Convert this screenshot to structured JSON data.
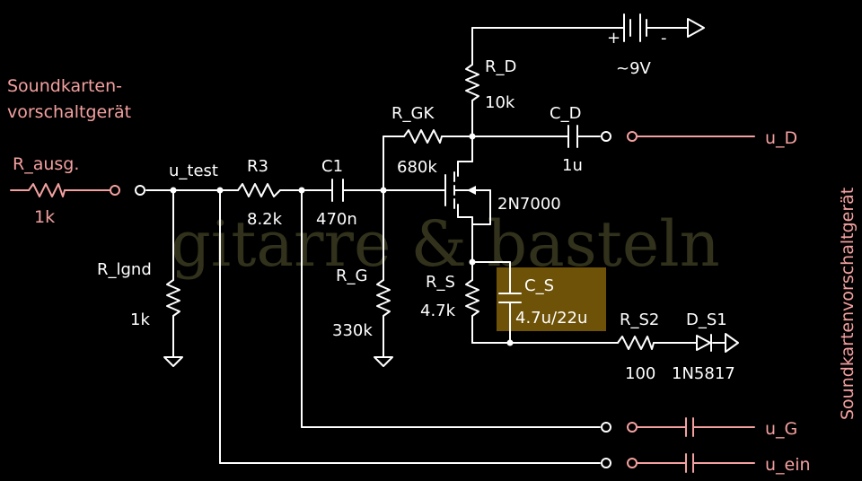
{
  "watermark": "gitarre & basteln",
  "left_label": {
    "line1": "Soundkarten-",
    "line2": "vorschaltgerät"
  },
  "right_label": "Soundkartenvorschaltgerät",
  "components": {
    "r_ausg": {
      "name": "R_ausg.",
      "value": "1k"
    },
    "u_test": "u_test",
    "r_lgnd": {
      "name": "R_lgnd",
      "value": "1k"
    },
    "r3": {
      "name": "R3",
      "value": "8.2k"
    },
    "c1": {
      "name": "C1",
      "value": "470n"
    },
    "r_g": {
      "name": "R_G",
      "value": "330k"
    },
    "r_gk": {
      "name": "R_GK",
      "value": "680k"
    },
    "r_d": {
      "name": "R_D",
      "value": "10k"
    },
    "battery": {
      "value": "~9V",
      "plus": "+",
      "minus": "-"
    },
    "c_d": {
      "name": "C_D",
      "value": "1u"
    },
    "mosfet": "2N7000",
    "r_s": {
      "name": "R_S",
      "value": "4.7k"
    },
    "c_s": {
      "name": "C_S",
      "value": "4.7u/22u",
      "highlight": "#6e5208"
    },
    "r_s2": {
      "name": "R_S2",
      "value": "100"
    },
    "d_s1": {
      "name": "D_S1",
      "value": "1N5817"
    }
  },
  "outputs": {
    "u_d": "u_D",
    "u_g": "u_G",
    "u_ein": "u_ein"
  }
}
